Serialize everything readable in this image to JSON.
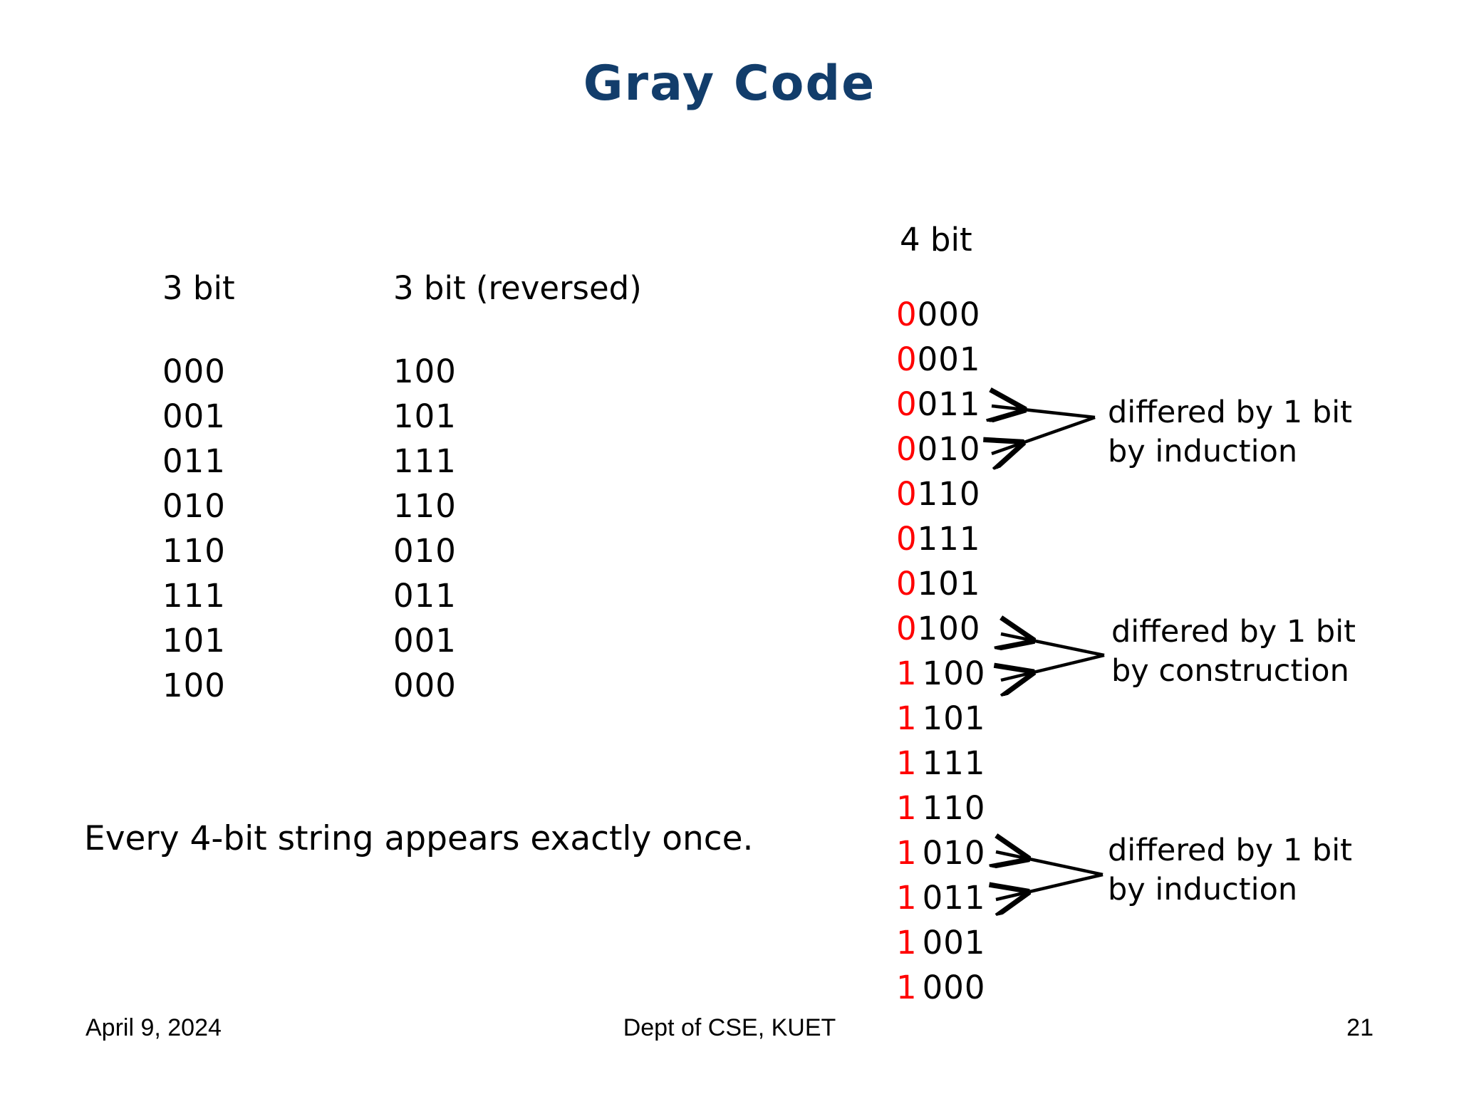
{
  "slide": {
    "title": "Gray Code",
    "title_color": "#123D6B",
    "background": "#ffffff",
    "accent_red": "#FF0000"
  },
  "left": {
    "col1_header": "3 bit",
    "col2_header": "3 bit (reversed)",
    "col1_codes": [
      "000",
      "001",
      "011",
      "010",
      "110",
      "111",
      "101",
      "100"
    ],
    "col2_codes": [
      "100",
      "101",
      "111",
      "110",
      "010",
      "011",
      "001",
      "000"
    ]
  },
  "right": {
    "header": "4 bit",
    "rows": [
      {
        "prefix": "0",
        "suffix": "000"
      },
      {
        "prefix": "0",
        "suffix": "001"
      },
      {
        "prefix": "0",
        "suffix": "011"
      },
      {
        "prefix": "0",
        "suffix": "010"
      },
      {
        "prefix": "0",
        "suffix": "110"
      },
      {
        "prefix": "0",
        "suffix": "111"
      },
      {
        "prefix": "0",
        "suffix": "101"
      },
      {
        "prefix": "0",
        "suffix": "100"
      },
      {
        "prefix": "1",
        "suffix": "100"
      },
      {
        "prefix": "1",
        "suffix": "101"
      },
      {
        "prefix": "1",
        "suffix": "111"
      },
      {
        "prefix": "1",
        "suffix": "110"
      },
      {
        "prefix": "1",
        "suffix": "010"
      },
      {
        "prefix": "1",
        "suffix": "011"
      },
      {
        "prefix": "1",
        "suffix": "001"
      },
      {
        "prefix": "1",
        "suffix": "000"
      }
    ]
  },
  "annotations": [
    {
      "line1": "differed by 1 bit",
      "line2": "by induction",
      "targets": [
        "0011",
        "0010"
      ]
    },
    {
      "line1": "differed by 1 bit",
      "line2": "by construction",
      "targets": [
        "0100",
        "1100"
      ]
    },
    {
      "line1": "differed by 1 bit",
      "line2": "by induction",
      "targets": [
        "1010",
        "1011"
      ]
    }
  ],
  "statement": "Every 4-bit string appears exactly once.",
  "footer": {
    "date": "April 9, 2024",
    "center": "Dept of CSE, KUET",
    "page": "21"
  }
}
